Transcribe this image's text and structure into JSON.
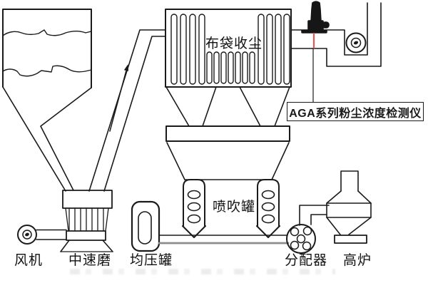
{
  "diagram": {
    "description": "Pulverized coal injection process diagram with AGA dust concentration detector",
    "detector_box": {
      "label": "AGA系列粉尘浓度检测仪"
    },
    "labels": {
      "bag_filter": "布袋收尘",
      "blowing_tank": "喷吹罐",
      "fan": "风机",
      "mill": "中速磨",
      "equalizing_tank": "均压罐",
      "distributor": "分配器",
      "furnace": "高炉"
    },
    "colors": {
      "line": "#1a1a1a",
      "laser_beam": "#e05a5a",
      "pipe_gray": "#8c8c8c",
      "background": "#ffffff",
      "detector_body": "#161616"
    }
  }
}
